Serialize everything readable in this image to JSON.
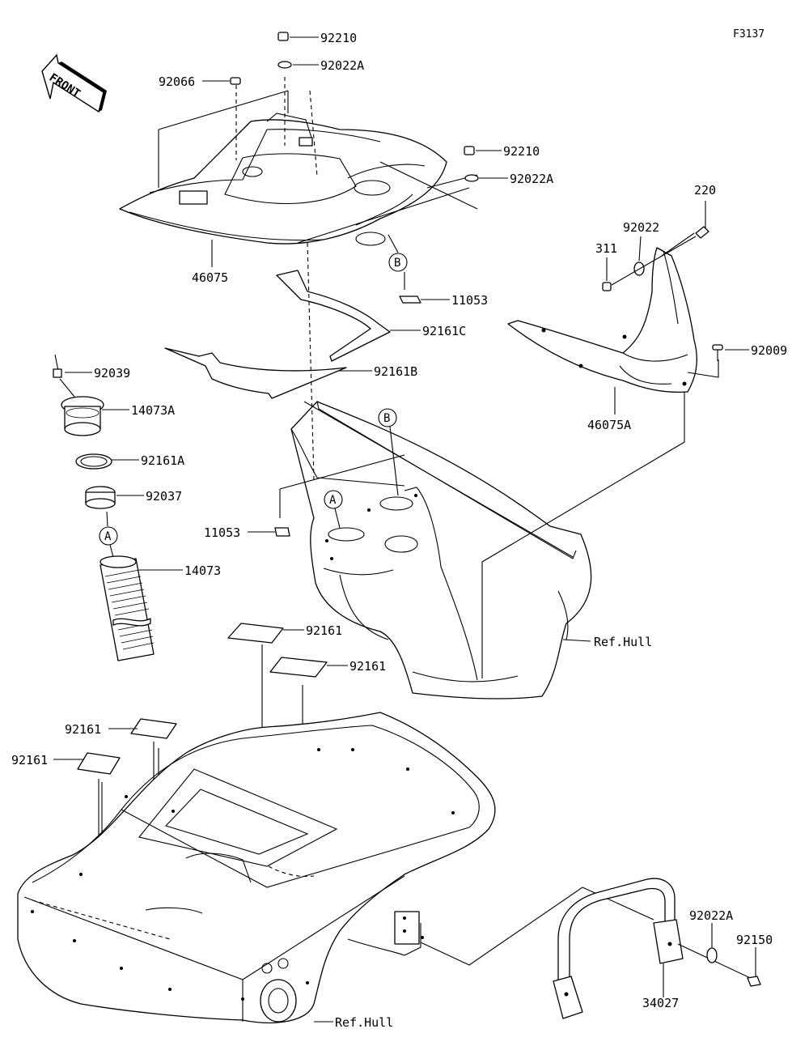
{
  "figure_code": "F3137",
  "front_label": "FRONT",
  "callouts": {
    "a": "A",
    "b": "B"
  },
  "parts": {
    "p92210_top": "92210",
    "p92022A_top": "92022A",
    "p92066": "92066",
    "p92210_right": "92210",
    "p92022A_right": "92022A",
    "p46075": "46075",
    "p11053_upper": "11053",
    "p92161C": "92161C",
    "p92161B": "92161B",
    "p92039": "92039",
    "p14073A": "14073A",
    "p92161A": "92161A",
    "p92037": "92037",
    "p14073": "14073",
    "p11053_lower": "11053",
    "p220": "220",
    "p92022": "92022",
    "p311": "311",
    "p92009": "92009",
    "p46075A": "46075A",
    "p92161_1": "92161",
    "p92161_2": "92161",
    "p92161_3": "92161",
    "p92161_4": "92161",
    "ref_hull_1": "Ref.Hull",
    "ref_hull_2": "Ref.Hull",
    "p92022A_bottom": "92022A",
    "p92150": "92150",
    "p34027": "34027"
  }
}
